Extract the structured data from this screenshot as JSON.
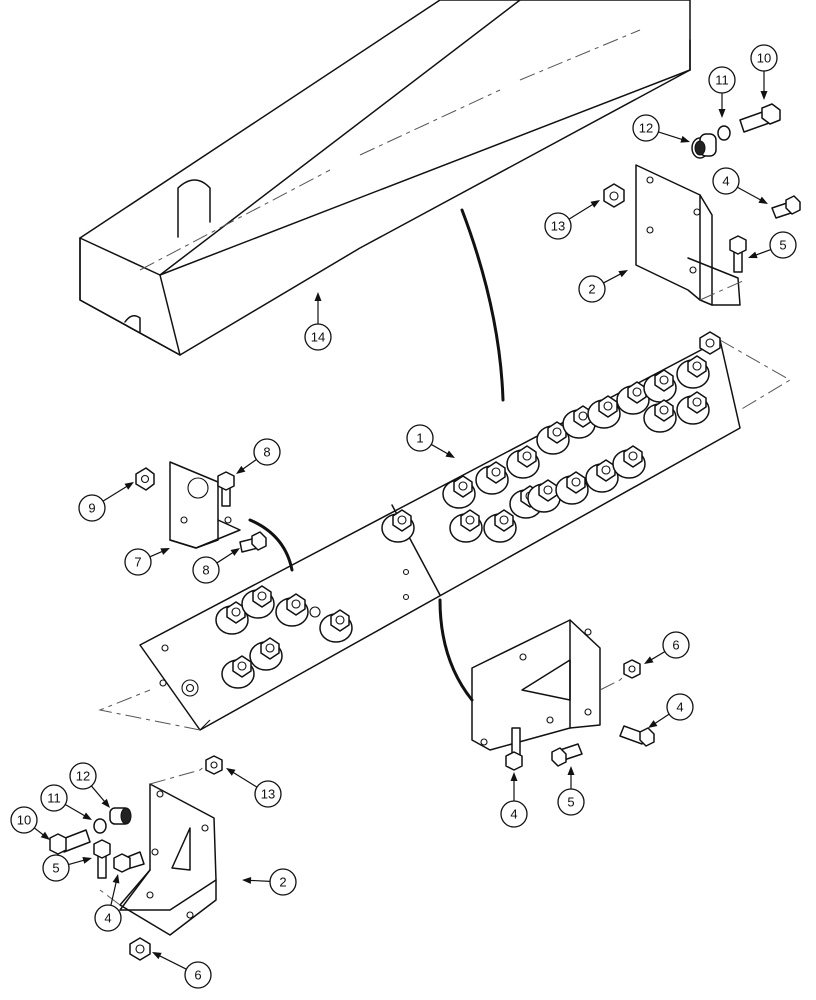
{
  "callouts": [
    {
      "id": "c1",
      "label": "1"
    },
    {
      "id": "c2a",
      "label": "2"
    },
    {
      "id": "c2b",
      "label": "2"
    },
    {
      "id": "c4a",
      "label": "4"
    },
    {
      "id": "c4b",
      "label": "4"
    },
    {
      "id": "c4c",
      "label": "4"
    },
    {
      "id": "c4d",
      "label": "4"
    },
    {
      "id": "c5a",
      "label": "5"
    },
    {
      "id": "c5b",
      "label": "5"
    },
    {
      "id": "c5c",
      "label": "5"
    },
    {
      "id": "c6a",
      "label": "6"
    },
    {
      "id": "c6b",
      "label": "6"
    },
    {
      "id": "c7",
      "label": "7"
    },
    {
      "id": "c8a",
      "label": "8"
    },
    {
      "id": "c8b",
      "label": "8"
    },
    {
      "id": "c9",
      "label": "9"
    },
    {
      "id": "c10a",
      "label": "10"
    },
    {
      "id": "c10b",
      "label": "10"
    },
    {
      "id": "c11a",
      "label": "11"
    },
    {
      "id": "c11b",
      "label": "11"
    },
    {
      "id": "c12a",
      "label": "12"
    },
    {
      "id": "c12b",
      "label": "12"
    },
    {
      "id": "c13a",
      "label": "13"
    },
    {
      "id": "c13b",
      "label": "13"
    },
    {
      "id": "c14",
      "label": "14"
    }
  ]
}
